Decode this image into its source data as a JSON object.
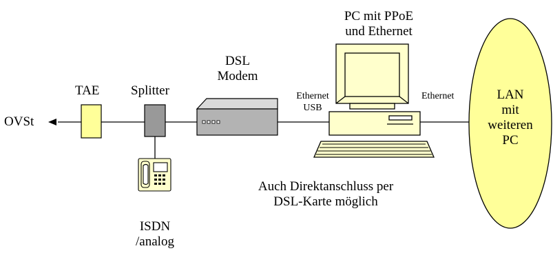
{
  "diagram": {
    "ovst_label": "OVSt",
    "tae_label": "TAE",
    "splitter_label": "Splitter",
    "modem_label_line1": "DSL",
    "modem_label_line2": "Modem",
    "phone_label_line1": "ISDN",
    "phone_label_line2": "/analog",
    "pc_label_line1": "PC mit PPoE",
    "pc_label_line2": "und Ethernet",
    "link_modem_pc_line1": "Ethernet",
    "link_modem_pc_line2": "USB",
    "link_pc_lan": "Ethernet",
    "note_line1": "Auch Direktanschluss per",
    "note_line2": "DSL-Karte möglich",
    "lan_line1": "LAN",
    "lan_line2": "mit",
    "lan_line3": "weiteren",
    "lan_line4": "PC"
  },
  "colors": {
    "tae_fill": "#ffff99",
    "lan_fill": "#ffff99",
    "splitter_fill": "#999999",
    "modem_fill": "#b3b3b3",
    "pc_fill": "#ffffcc"
  }
}
